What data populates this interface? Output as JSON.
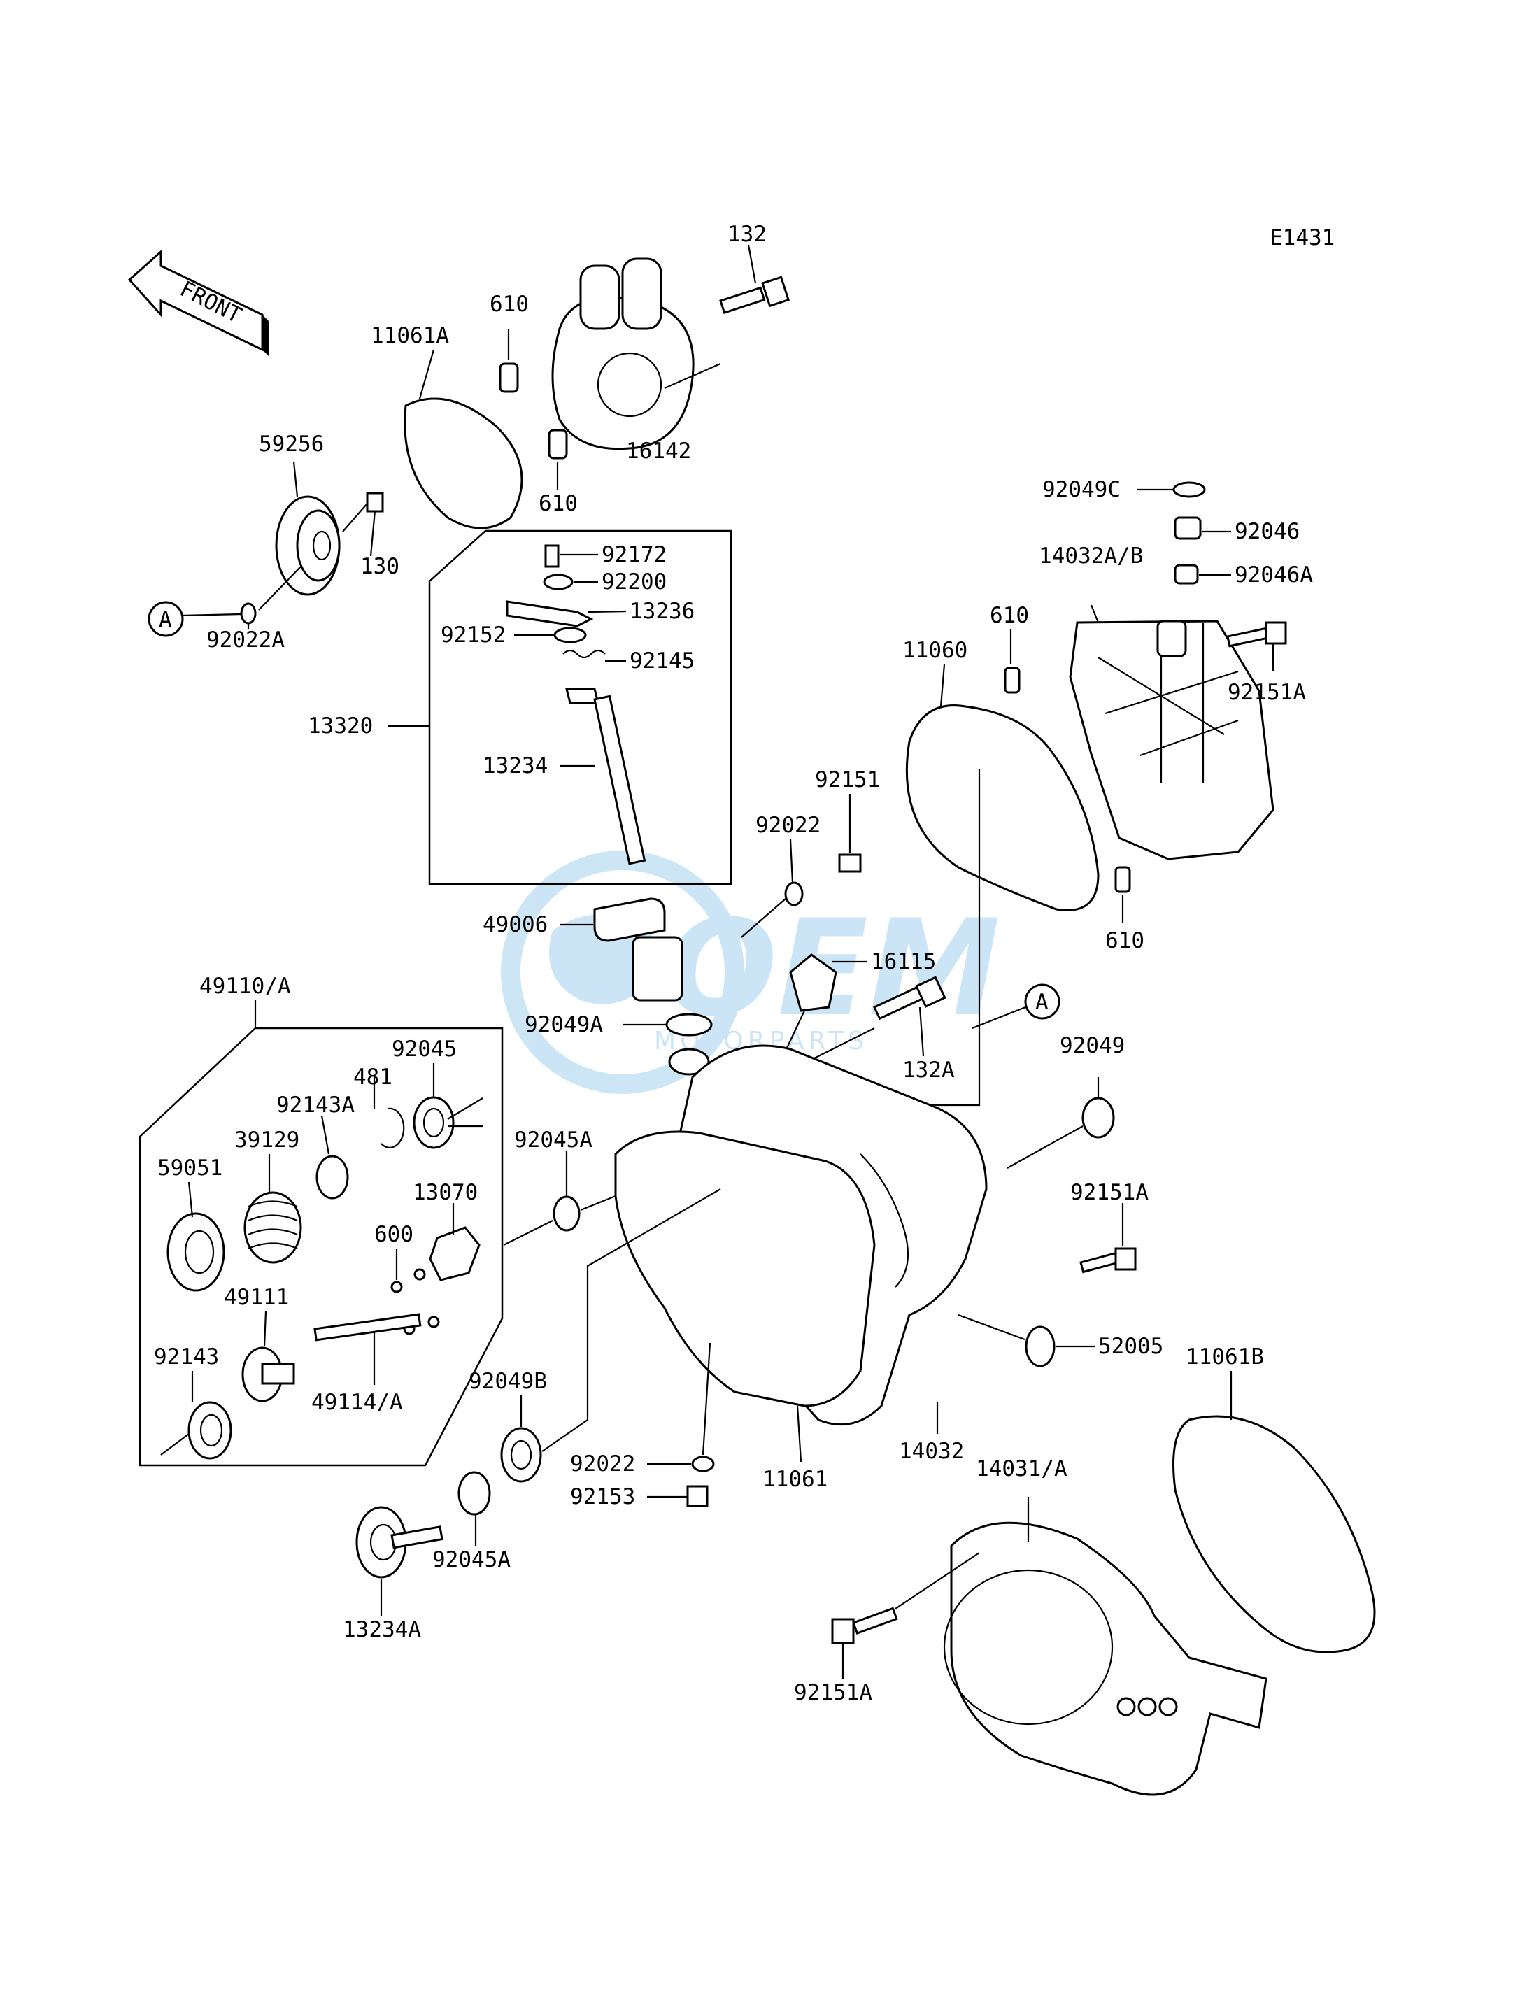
{
  "diagram": {
    "code": "E1431",
    "front_arrow": "FRONT",
    "ref_marker": "A",
    "watermark": {
      "main": "OEM",
      "sub": "MOTORPARTS",
      "color": "#6fb7e6"
    },
    "labels": {
      "p132": "132",
      "p11061A": "11061A",
      "p610a": "610",
      "p610b": "610",
      "p16142": "16142",
      "p59256": "59256",
      "p130": "130",
      "p92022A": "92022A",
      "p92172": "92172",
      "p92200": "92200",
      "p13236": "13236",
      "p92152": "92152",
      "p92145": "92145",
      "p13320": "13320",
      "p13234": "13234",
      "p49006": "49006",
      "p92022a": "92022",
      "p92151": "92151",
      "p16115": "16115",
      "p92049A": "92049A",
      "p132A": "132A",
      "p92049C": "92049C",
      "p92046": "92046",
      "p14032AB": "14032A/B",
      "p92046A": "92046A",
      "p610c": "610",
      "p11060": "11060",
      "p92151Aa": "92151A",
      "p610d": "610",
      "p92049": "92049",
      "p49110A": "49110/A",
      "p92045": "92045",
      "p481": "481",
      "p92143A": "92143A",
      "p39129": "39129",
      "p59051": "59051",
      "p13070": "13070",
      "p600": "600",
      "p49111": "49111",
      "p92143": "92143",
      "p49114A": "49114/A",
      "p92045Aa": "92045A",
      "p92151Ab": "92151A",
      "p52005": "52005",
      "p11061B": "11061B",
      "p92049B": "92049B",
      "p92022b": "92022",
      "p92153": "92153",
      "p11061": "11061",
      "p14032": "14032",
      "p14031A": "14031/A",
      "p92045Ab": "92045A",
      "p13234A": "13234A",
      "p92151Ac": "92151A"
    }
  }
}
